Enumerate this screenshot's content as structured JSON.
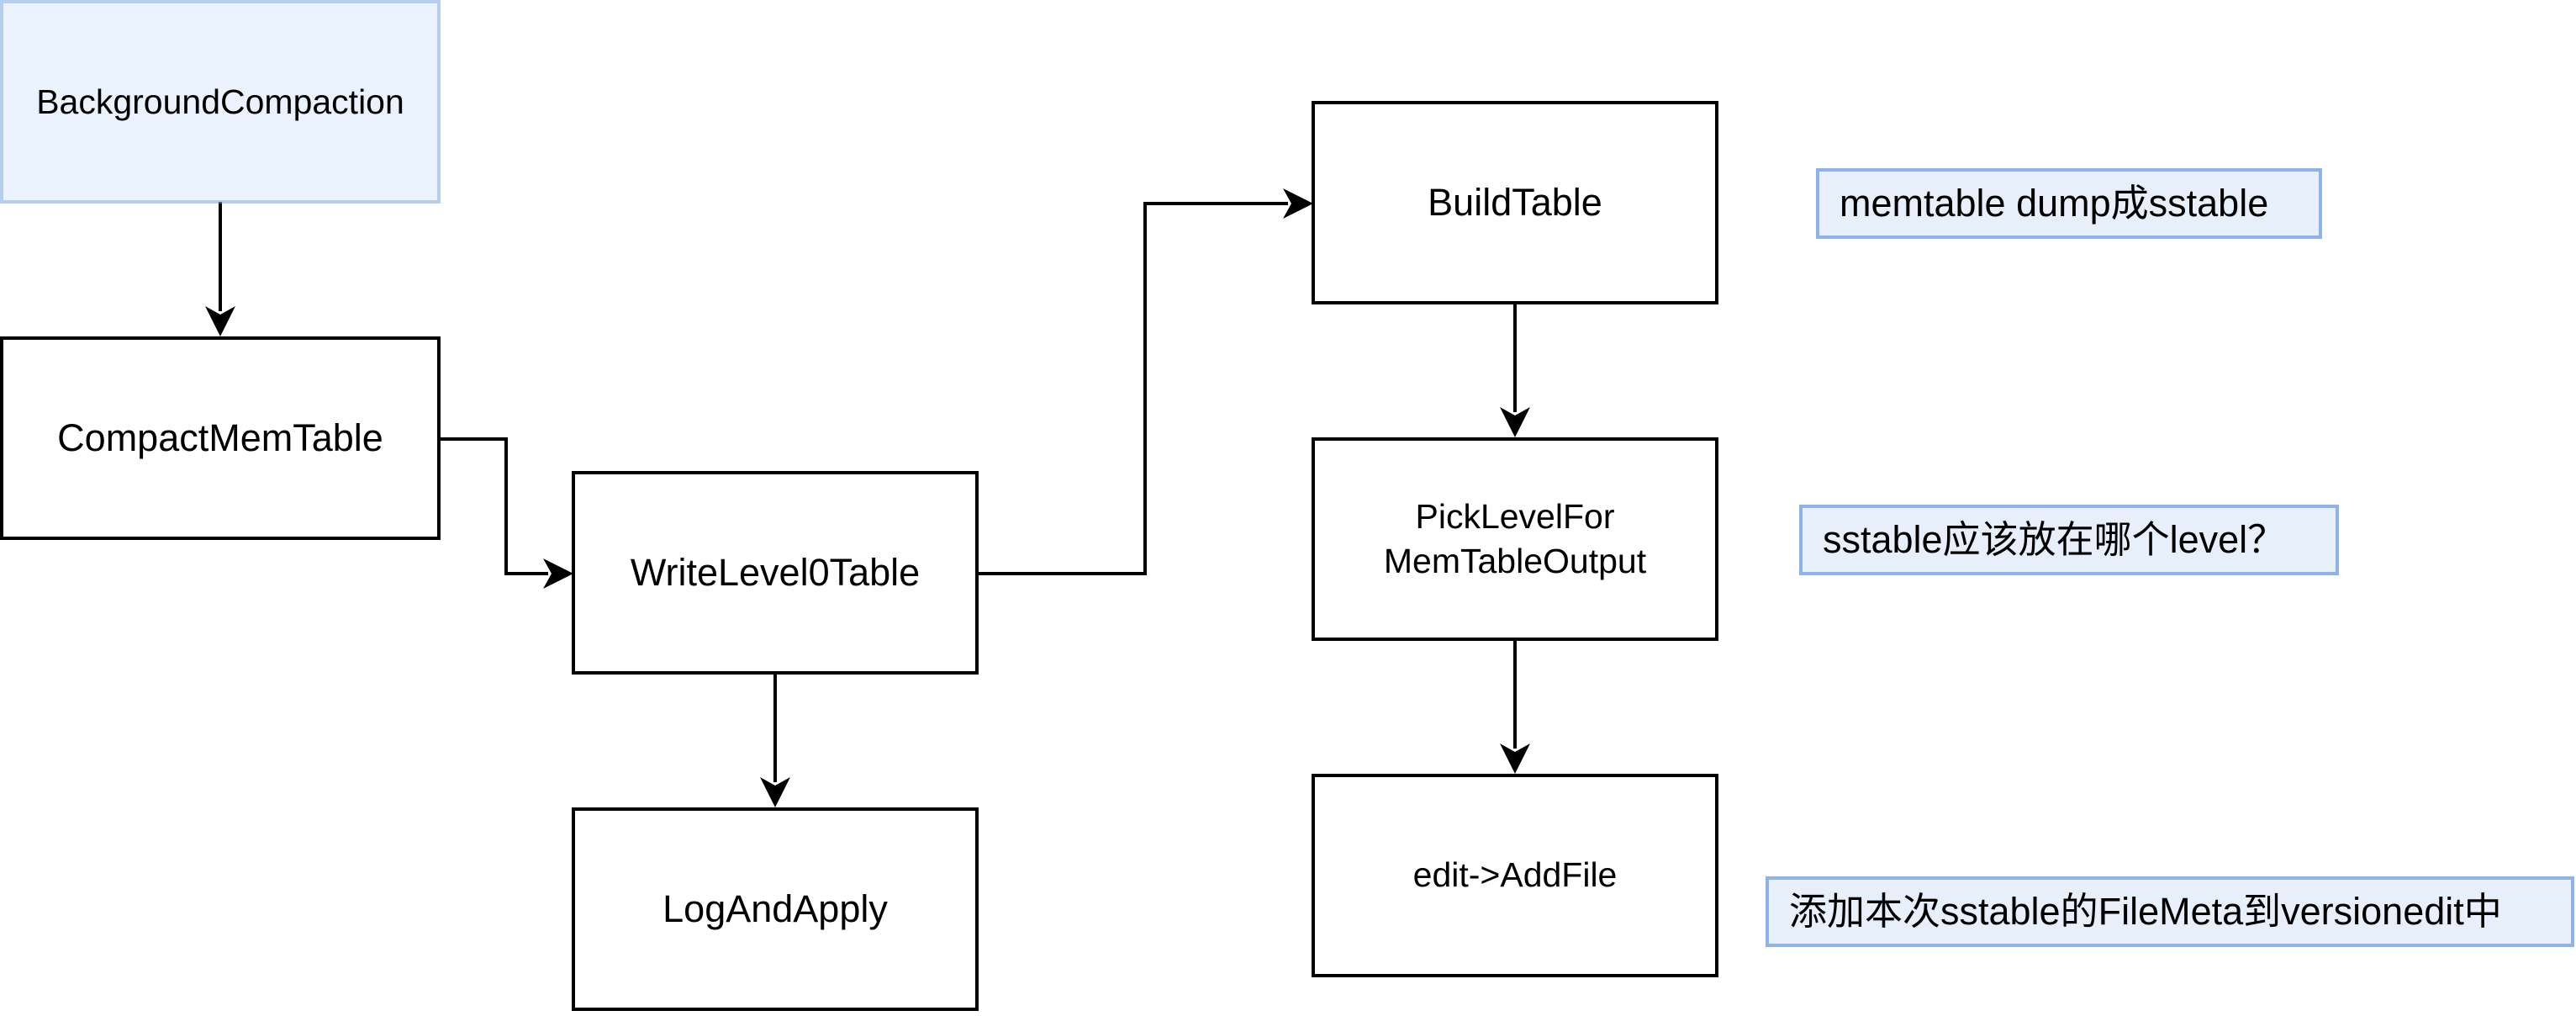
{
  "nodes": {
    "background_compaction": "BackgroundCompaction",
    "compact_mem_table": "CompactMemTable",
    "write_level0_table": "WriteLevel0Table",
    "log_and_apply": "LogAndApply",
    "build_table": "BuildTable",
    "pick_level_for_memtable_output": "PickLevelFor\nMemTableOutput",
    "edit_add_file": "edit->AddFile"
  },
  "notes": {
    "build_table_note": "memtable dump成sstable",
    "pick_level_note": "sstable应该放在哪个level？",
    "add_file_note": "添加本次sstable的FileMeta到versionedit中"
  },
  "colors": {
    "highlight_fill": "#eaf1fc",
    "highlight_border": "#8db3ea",
    "box_border": "#000000"
  }
}
